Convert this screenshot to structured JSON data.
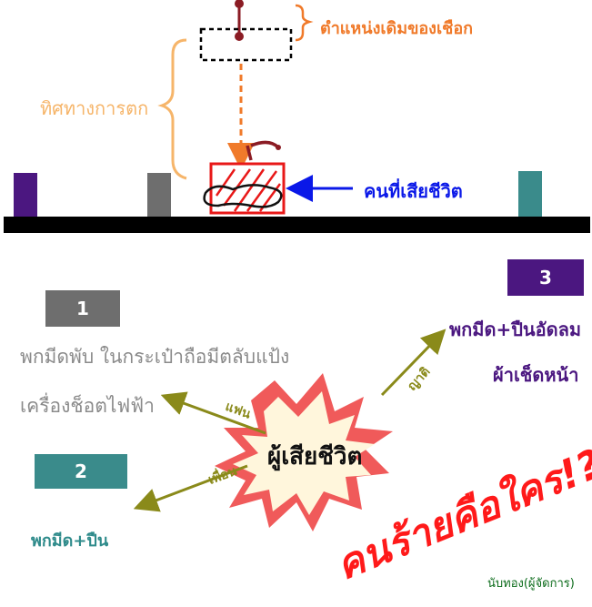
{
  "annotations": {
    "rope_original_position": "ตำแหน่งเดิมของเชือก",
    "fall_direction": "ทิศทางการตก",
    "deceased_person": "คนที่เสียชีวิต"
  },
  "center": {
    "label": "ผู้เสียชีวิต",
    "colors": {
      "burst_outer": "#f05a5a",
      "burst_inner": "#fff6dc"
    }
  },
  "title": {
    "text": "คนร้ายคือใคร!?",
    "color": "#ff1a1a"
  },
  "suspects": [
    {
      "number": "1",
      "relation": "แฟน",
      "evidence": [
        "พกมีดพับ ในกระเป๋าถือมีตลับแป้ง",
        "เครื่องช็อตไฟฟ้า"
      ],
      "badge_color": "#6e6e6e",
      "text_color": "#8a8a8a"
    },
    {
      "number": "2",
      "relation": "เพื่อน",
      "evidence": [
        "พกมีด+ปืน"
      ],
      "badge_color": "#3a8b8b",
      "text_color": "#2f8b8b"
    },
    {
      "number": "3",
      "relation": "ญาติ",
      "evidence": [
        "พกมีด+ปืนอัดลม",
        "ผ้าเช็ดหน้า"
      ],
      "badge_color": "#4b1780",
      "text_color": "#4b1780"
    }
  ],
  "signature": "นับทอง(ผู้จัดการ)",
  "colors": {
    "annotation_orange": "#f07a2a",
    "brace_peach": "#f6b56a",
    "arrow_blue": "#0a18e8",
    "arrow_olive": "#8a8a1a",
    "floor": "#000000",
    "hatch_red": "#e81818"
  }
}
